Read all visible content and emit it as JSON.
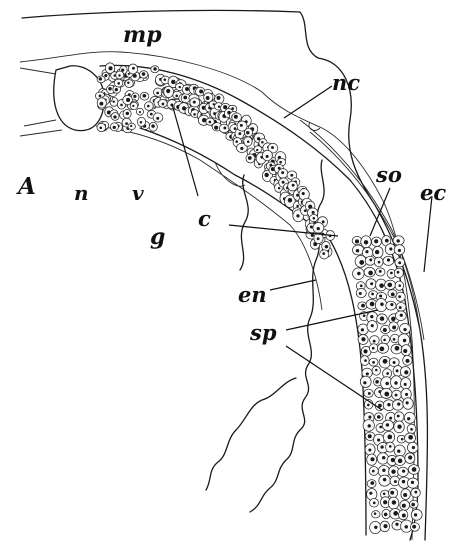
{
  "figure": {
    "panel_label": "A",
    "labels": {
      "mp": "mp",
      "nc": "nc",
      "so": "so",
      "ec": "ec",
      "n": "n",
      "v": "v",
      "c": "c",
      "g": "g",
      "en": "en",
      "sp": "sp"
    }
  }
}
